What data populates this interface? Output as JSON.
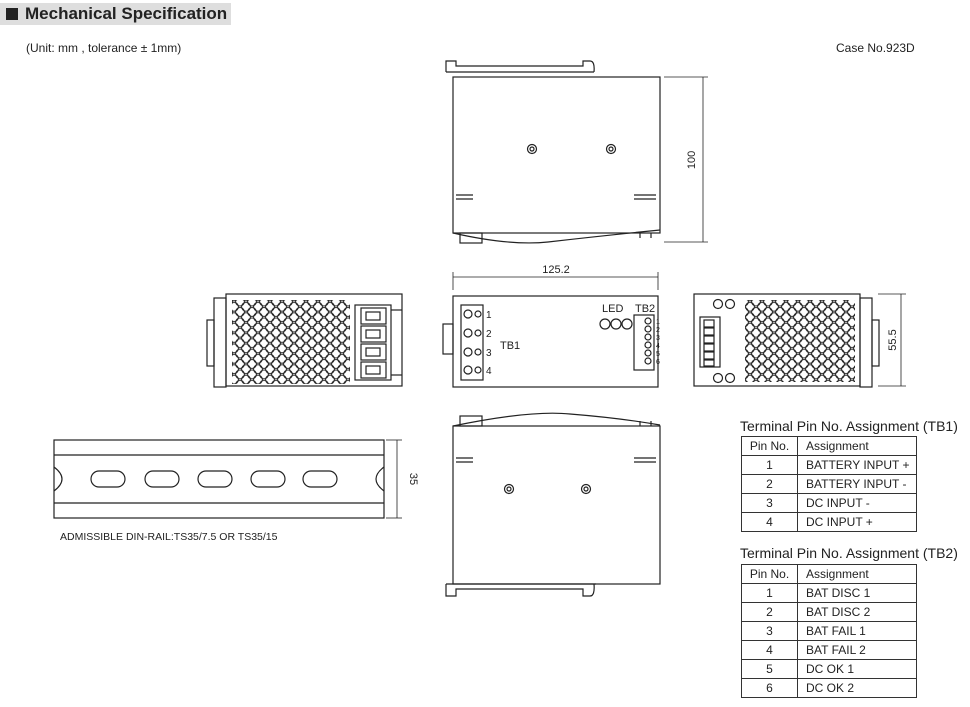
{
  "header": {
    "title": "Mechanical Specification"
  },
  "unit_note": "(Unit: mm , tolerance ± 1mm)",
  "case_no": "Case No.923D",
  "dims": {
    "height": "100",
    "width": "125.2",
    "depth": "55.5",
    "rail": "35"
  },
  "front": {
    "led_label": "LED",
    "tb1_label": "TB1",
    "tb2_label": "TB2",
    "tb1_pins": [
      "1",
      "2",
      "3",
      "4"
    ],
    "tb2_pins": [
      "1",
      "2",
      "3",
      "4",
      "5",
      "6"
    ]
  },
  "din_rail_note": "ADMISSIBLE DIN-RAIL:TS35/7.5 OR TS35/15",
  "tb1_table": {
    "title": "Terminal Pin No.  Assignment (TB1)",
    "headers": [
      "Pin No.",
      "Assignment"
    ],
    "rows": [
      [
        "1",
        "BATTERY INPUT +"
      ],
      [
        "2",
        "BATTERY INPUT -"
      ],
      [
        "3",
        "DC INPUT -"
      ],
      [
        "4",
        "DC INPUT +"
      ]
    ]
  },
  "tb2_table": {
    "title": "Terminal Pin No.  Assignment (TB2)",
    "headers": [
      "Pin No.",
      "Assignment"
    ],
    "rows": [
      [
        "1",
        "BAT DISC 1"
      ],
      [
        "2",
        "BAT DISC 2"
      ],
      [
        "3",
        "BAT FAIL 1"
      ],
      [
        "4",
        "BAT FAIL 2"
      ],
      [
        "5",
        "DC OK 1"
      ],
      [
        "6",
        "DC OK 2"
      ]
    ]
  }
}
